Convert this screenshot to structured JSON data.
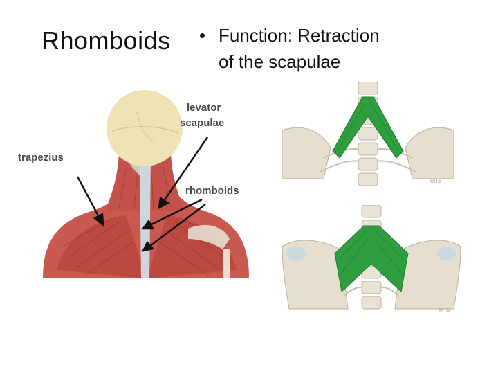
{
  "slide": {
    "title": "Rhomboids",
    "bullet_symbol": "•",
    "bullet_line1": "Function: Retraction",
    "bullet_line2": "of the scapulae"
  },
  "figure_back": {
    "label_levator_1": "levator",
    "label_levator_2": "scapulae",
    "label_trapezius": "trapezius",
    "label_rhomboids": "rhomboids"
  },
  "colors": {
    "muscle": "#c95a4f",
    "muscle_dark": "#a3372f",
    "bone": "#e6dfcf",
    "skull": "#efe2b4",
    "rhomboid_green": "#2e9e3f",
    "fascia": "#cfe3ea"
  }
}
